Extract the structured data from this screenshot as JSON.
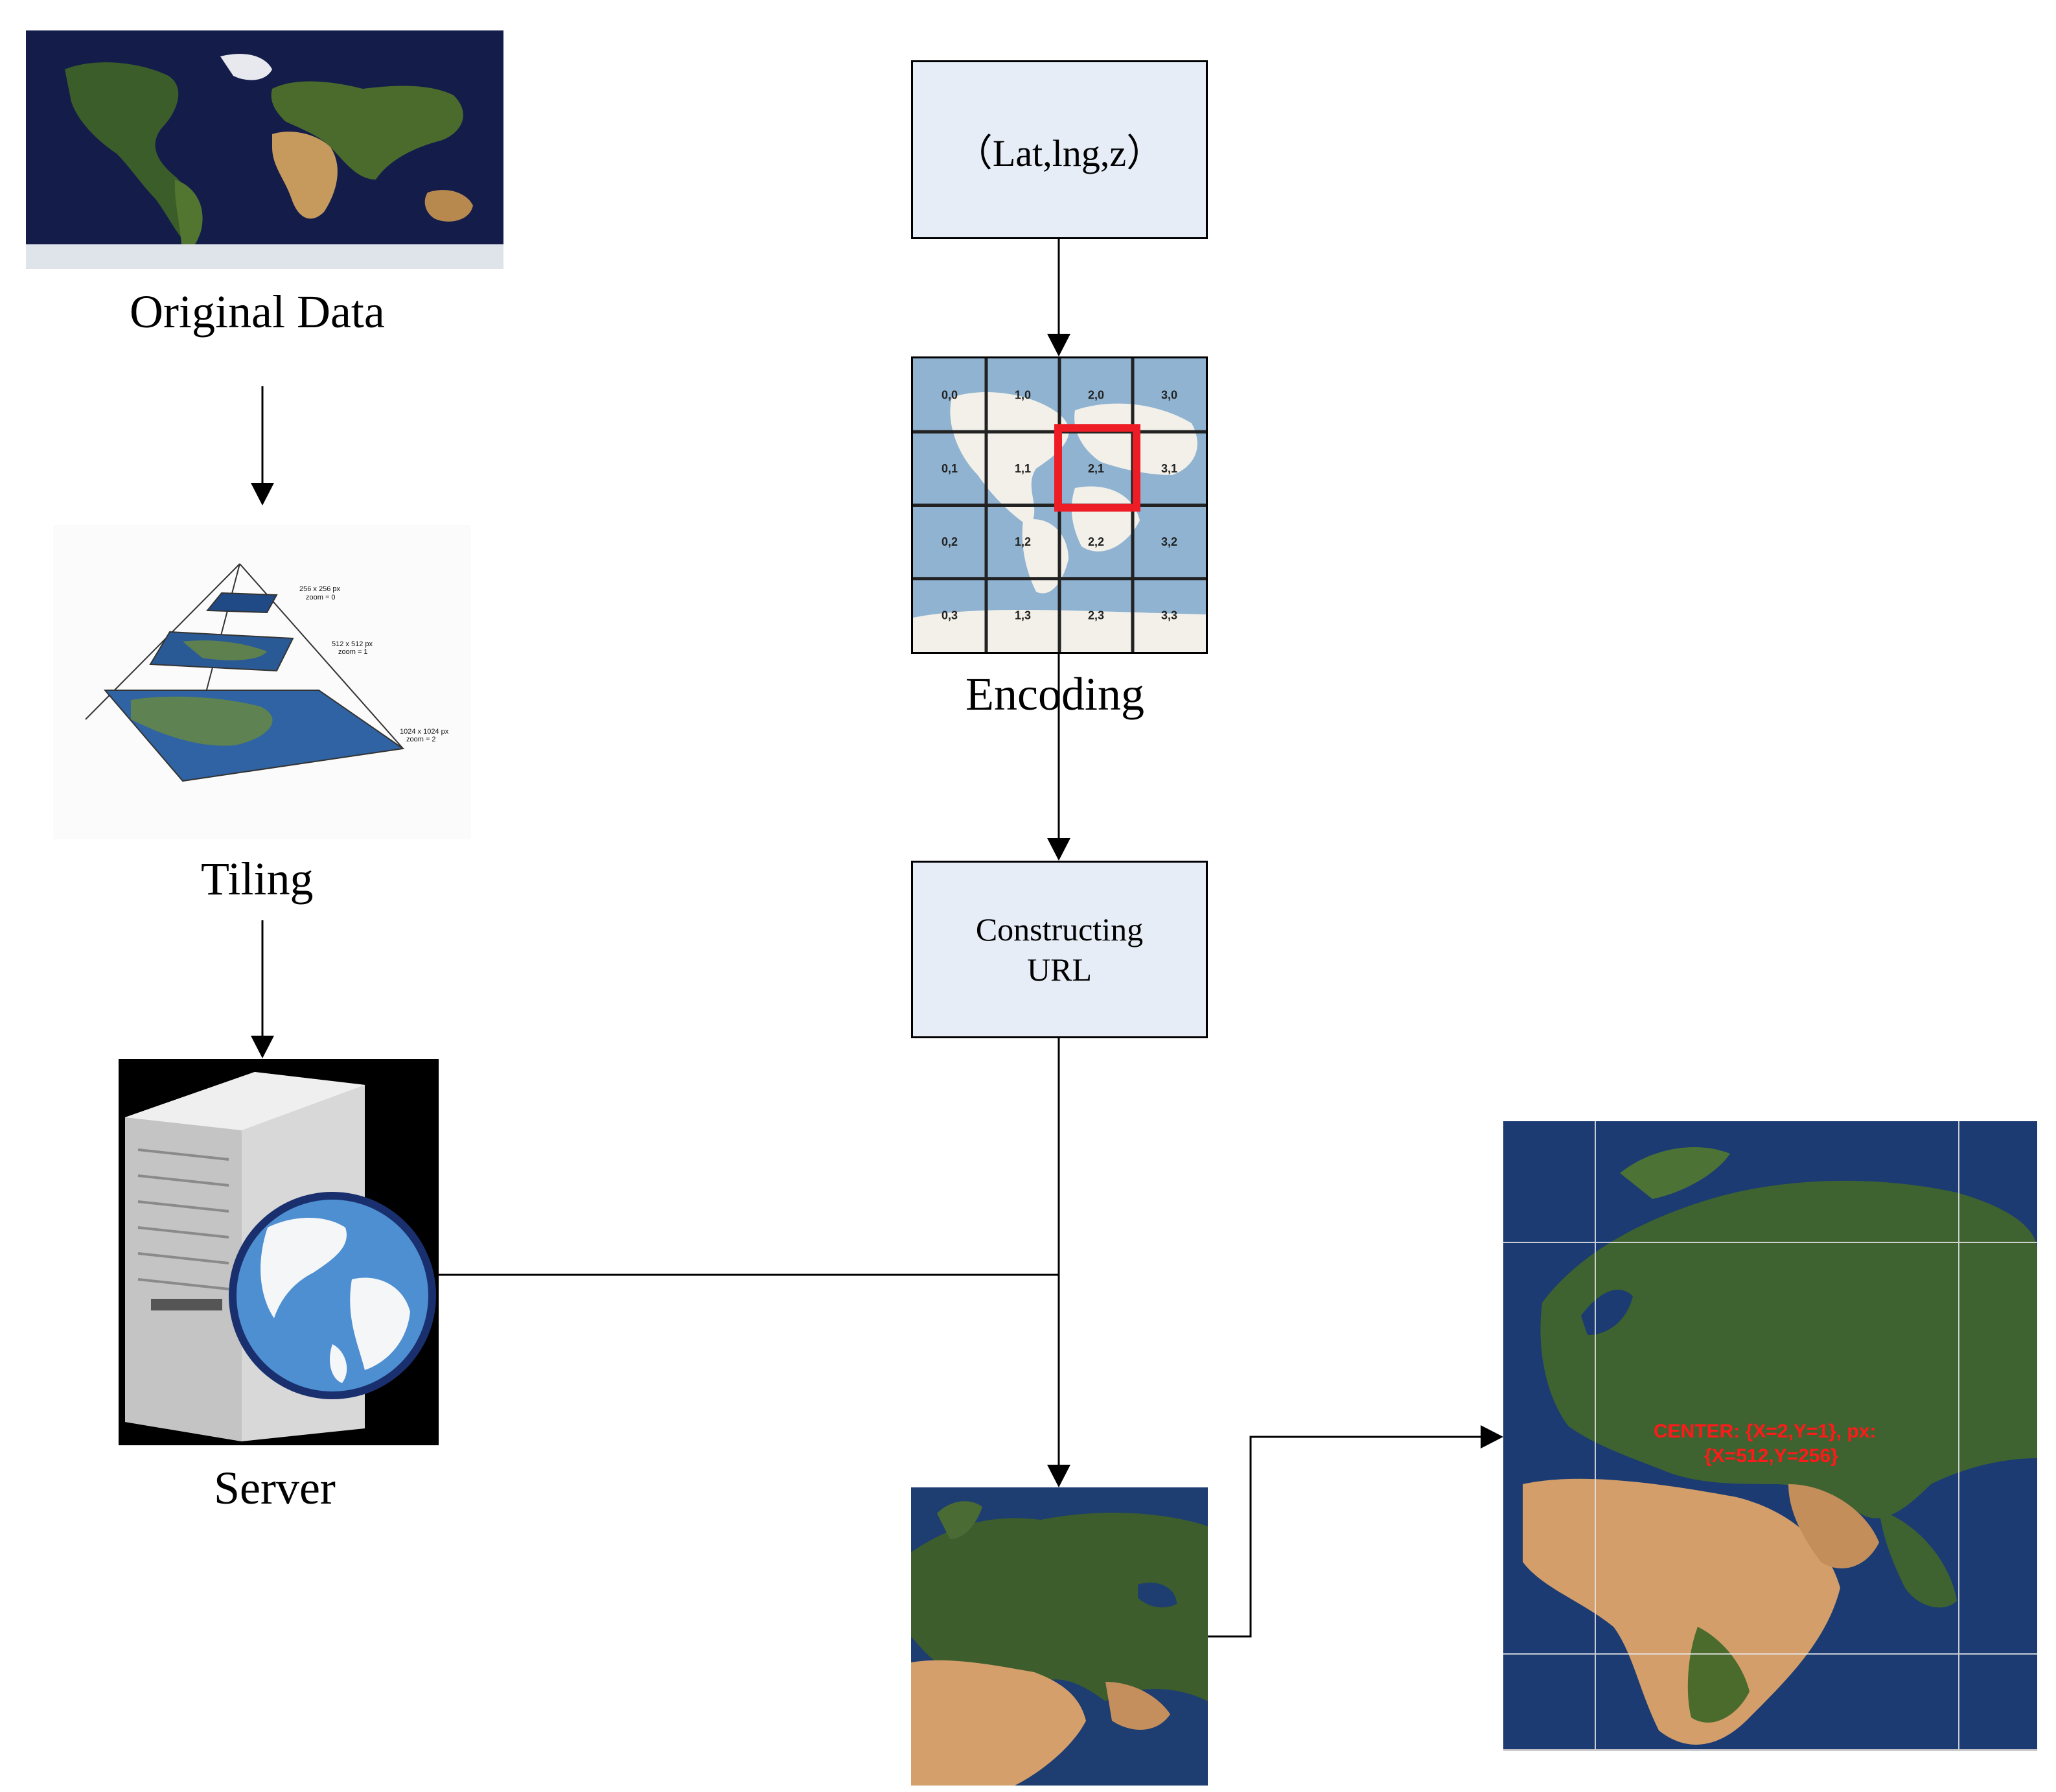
{
  "left_column": {
    "original_data_label": "Original Data",
    "tiling_label": "Tiling",
    "server_label": "Server",
    "pyramid_levels": [
      {
        "size": "256 x 256 px",
        "zoom": "zoom = 0"
      },
      {
        "size": "512 x 512 px",
        "zoom": "zoom = 1"
      },
      {
        "size": "1024 x 1024 px",
        "zoom": "zoom = 2"
      }
    ]
  },
  "center_column": {
    "input_box_text": "（Lat,lng,z）",
    "encoding_label": "Encoding",
    "constructing_url_line1": "Constructing",
    "constructing_url_line2": "URL",
    "tile_grid": [
      [
        "0,0",
        "1,0",
        "2,0",
        "3,0"
      ],
      [
        "0,1",
        "1,1",
        "2,1",
        "3,1"
      ],
      [
        "0,2",
        "1,2",
        "2,2",
        "3,2"
      ],
      [
        "0,3",
        "1,3",
        "2,3",
        "3,3"
      ]
    ],
    "highlighted_tile": "2,1"
  },
  "result": {
    "center_line1": "CENTER: {X=2,Y=1}, px:",
    "center_line2": "{X=512,Y=256}"
  },
  "colors": {
    "box_fill": "#e6edf7",
    "highlight": "#ee1c25",
    "ocean": "#1d3f7c",
    "land": "#3f6a2a",
    "desert": "#d9a06b",
    "annotation_red": "#ff1a1a"
  }
}
